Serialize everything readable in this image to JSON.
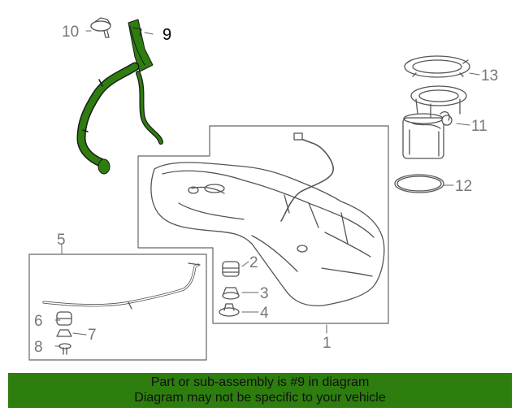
{
  "callouts": {
    "c1": "1",
    "c2": "2",
    "c3": "3",
    "c4": "4",
    "c5": "5",
    "c6": "6",
    "c7": "7",
    "c8": "8",
    "c9": "9",
    "c10": "10",
    "c11": "11",
    "c12": "12",
    "c13": "13"
  },
  "highlight_part": "9",
  "colors": {
    "highlight": "#2e7d0f",
    "outline": "#555555",
    "callout": "#777777",
    "banner": "#2e7d0f"
  },
  "banner": {
    "line1": "Part or sub-assembly is #9 in diagram",
    "line2": "Diagram may not be specific to your vehicle"
  }
}
